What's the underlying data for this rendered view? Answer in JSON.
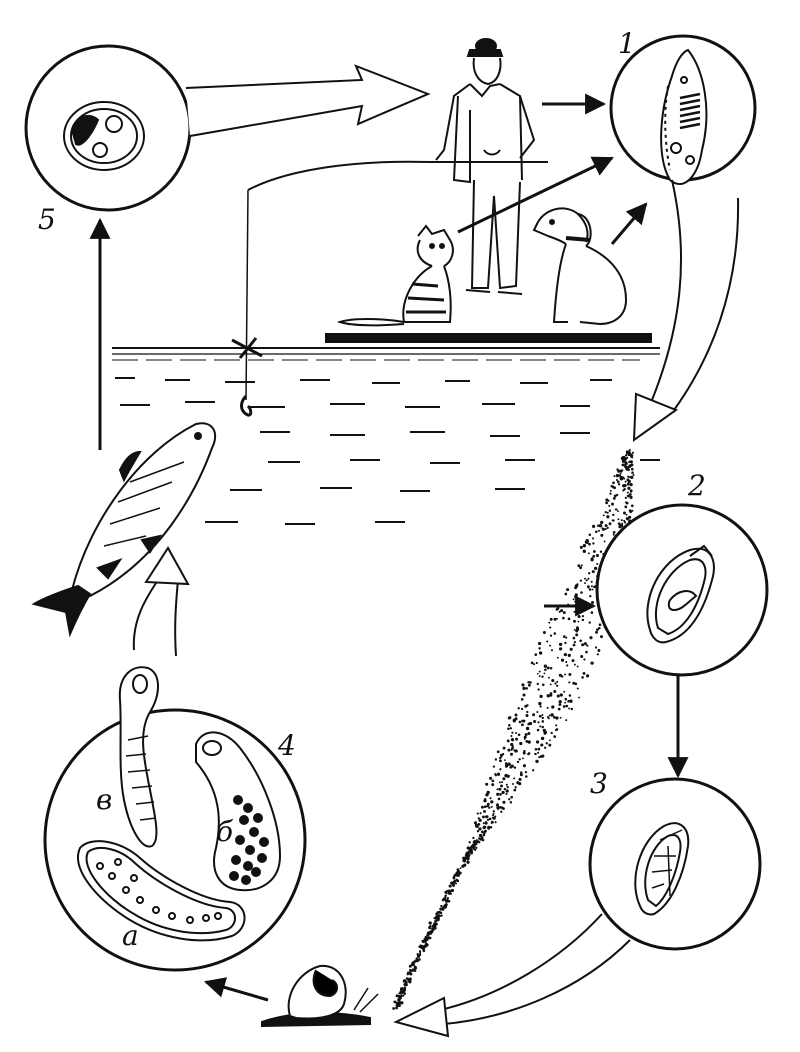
{
  "labels": {
    "stage1": "1",
    "stage2": "2",
    "stage3": "3",
    "stage4": "4",
    "stage5": "5",
    "sub_a": "a",
    "sub_b": "б",
    "sub_v": "в"
  }
}
